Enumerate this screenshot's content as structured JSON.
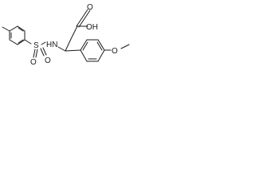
{
  "molecule": {
    "atom_labels": {
      "sulfur": "S",
      "sulfonyl_oxygen_left": "O",
      "sulfonyl_oxygen_right": "O",
      "amine": "HN",
      "carboxylic_acid": "OH",
      "carbonyl_oxygen": "O",
      "ether_oxygen": "O"
    }
  }
}
